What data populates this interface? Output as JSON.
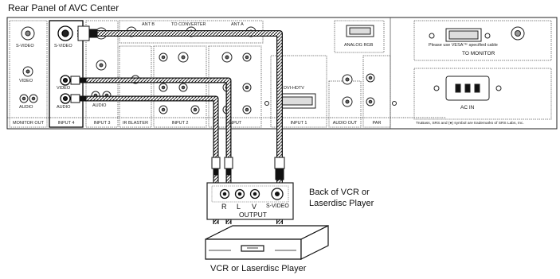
{
  "title": "Rear Panel of AVC Center",
  "panel": {
    "sections": [
      {
        "label": "MONITOR OUT"
      },
      {
        "label": "INPUT 4"
      },
      {
        "label": "INPUT 3"
      },
      {
        "label": "IR BLASTER"
      },
      {
        "label": "INPUT 2"
      },
      {
        "label": "INPUT"
      },
      {
        "label": "INPUT 1"
      },
      {
        "label": "AUDIO OUT"
      },
      {
        "label": "PAR"
      }
    ],
    "input4_jacks": [
      "S-VIDEO",
      "VIDEO",
      "AUDIO"
    ],
    "jack_labels": [
      "S-VIDEO",
      "VIDEO",
      "AUDIO",
      "AUDIO"
    ],
    "top_labels": [
      "ANT B",
      "TO CONVERTER",
      "ANT A"
    ],
    "monitor_label": "TO MONITOR",
    "monitor_note": "Please use VESA™ specified cable",
    "analog_rgb": "ANALOG RGB",
    "dvi_label": "DVI-HDTV",
    "ac_in": "AC IN",
    "trademark": "TruBass, SRS and (●) symbol are trademarks of SRS Labs, Inc."
  },
  "vcr": {
    "output_jacks": [
      {
        "label": "R"
      },
      {
        "label": "L"
      },
      {
        "label": "V"
      },
      {
        "label": "S-VIDEO"
      }
    ],
    "output_label": "OUTPUT",
    "back_label_line1": "Back of VCR or",
    "back_label_line2": "Laserdisc Player",
    "device_label": "VCR or Laserdisc Player"
  }
}
